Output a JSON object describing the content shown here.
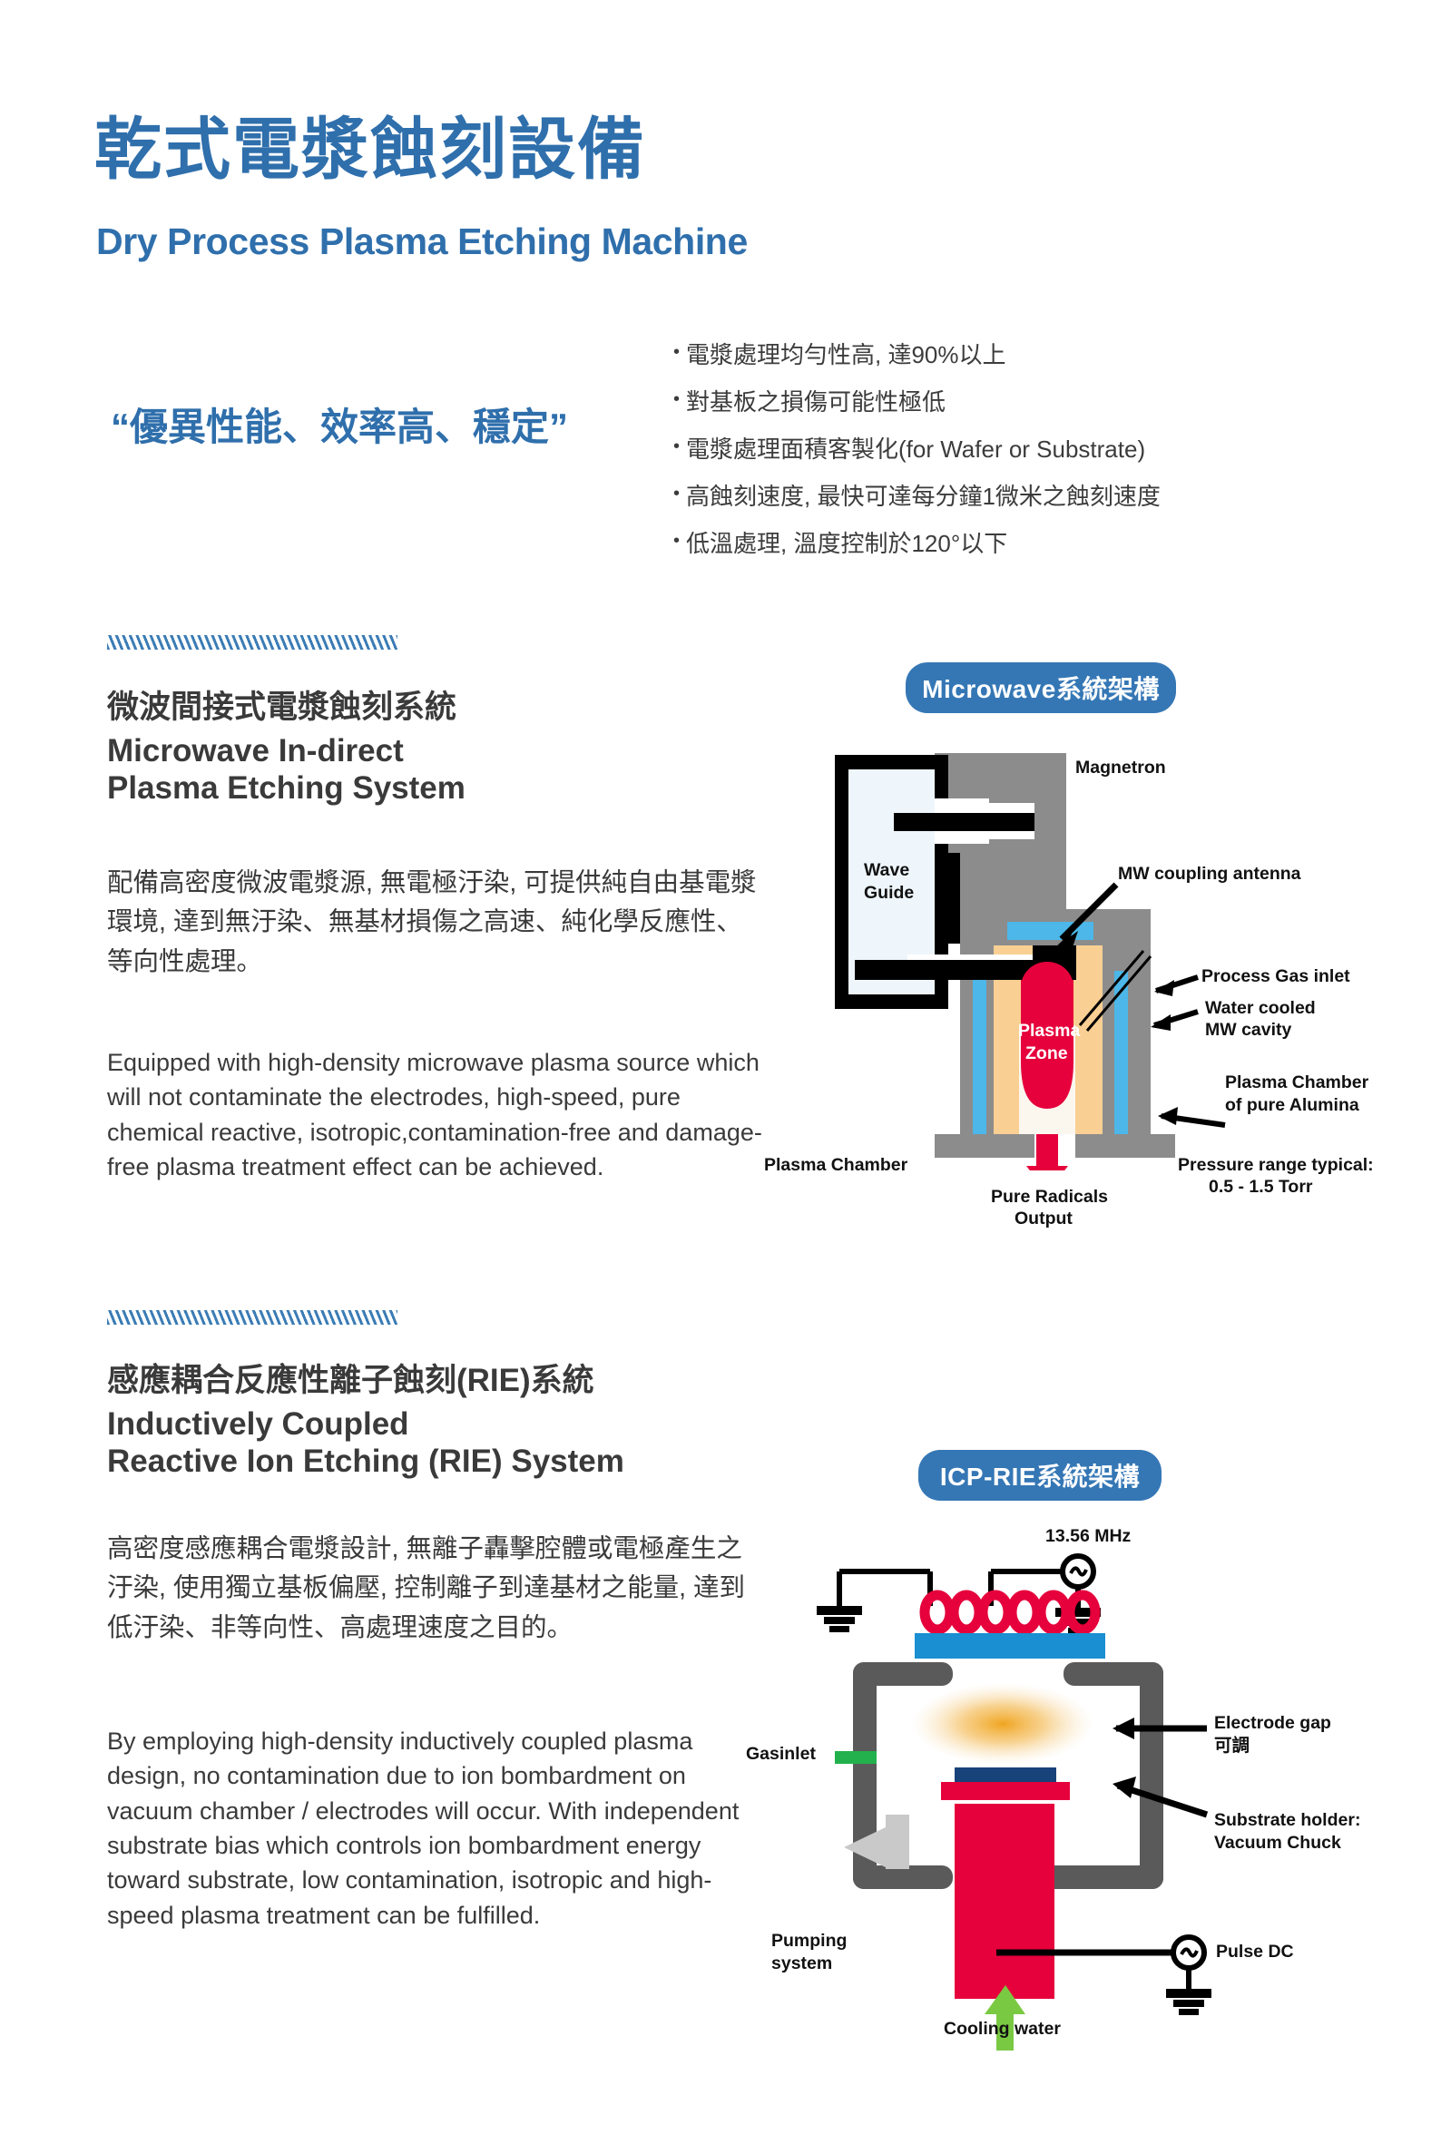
{
  "header": {
    "title_zh": "乾式電漿蝕刻設備",
    "title_en": "Dry Process Plasma Etching Machine",
    "slogan": "“優異性能、效率高、穩定”",
    "accent_color": "#2f6fac"
  },
  "features": {
    "bullet_glyph": "•",
    "items": [
      "電漿處理均勻性高, 達90%以上",
      "對基板之損傷可能性極低",
      "電漿處理面積客製化(for Wafer or Substrate)",
      "高蝕刻速度, 最快可達每分鐘1微米之蝕刻速度",
      "低溫處理, 溫度控制於120°以下"
    ]
  },
  "section1": {
    "heading_zh": "微波間接式電漿蝕刻系統",
    "heading_en_line1": "Microwave In-direct",
    "heading_en_line2": "Plasma Etching System",
    "body_zh": "配備高密度微波電漿源, 無電極汙染, 可提供純自由基電漿環境, 達到無汙染、無基材損傷之高速、純化學反應性、等向性處理。",
    "body_en": "Equipped with high-density microwave plasma source which will not contaminate the electrodes, high-speed, pure chemical reactive, isotropic,contamination-free and damage-free plasma treatment effect can be achieved."
  },
  "section2": {
    "heading_zh": "感應耦合反應性離子蝕刻(RIE)系統",
    "heading_en_line1": "Inductively Coupled",
    "heading_en_line2": "Reactive Ion Etching (RIE) System",
    "body_zh": "高密度感應耦合電漿設計, 無離子轟擊腔體或電極產生之汙染, 使用獨立基板偏壓, 控制離子到達基材之能量, 達到低汙染、非等向性、高處理速度之目的。",
    "body_en": "By employing high-density inductively coupled plasma design, no contamination due to ion bombardment on vacuum chamber / electrodes will occur. With independent substrate bias which controls ion bombardment energy toward substrate, low contamination, isotropic and high-speed plasma treatment can be fulfilled."
  },
  "microwave_diagram": {
    "pill_label": "Microwave系統架構",
    "labels": {
      "magnetron": "Magnetron",
      "wave_guide_l1": "Wave",
      "wave_guide_l2": "Guide",
      "plasma_zone_l1": "Plasma",
      "plasma_zone_l2": "Zone",
      "mw_antenna": "MW coupling antenna",
      "gas_inlet": "Process Gas inlet",
      "chamber_l1": "Plasma Chamber",
      "chamber_l2": "of pure Alumina",
      "water_cooled_l1": "Water cooled",
      "water_cooled_l2": "MW cavity",
      "plasma_chamber": "Plasma Chamber",
      "pure_radicals_l1": "Pure Radicals",
      "pure_radicals_l2": "Output",
      "pressure_l1": "Pressure range typical:",
      "pressure_l2": "0.5 - 1.5 Torr"
    },
    "colors": {
      "plasma": "#e6003c",
      "alumina": "#f9cf93",
      "cavity": "#4cb7e8",
      "metal": "#8c8c8c",
      "guide": "#eef6fb"
    }
  },
  "icp_diagram": {
    "pill_label": "ICP-RIE系統架構",
    "labels": {
      "frequency": "13.56 MHz",
      "electrode_gap_l1": "Electrode gap",
      "electrode_gap_l2": "可調",
      "substrate_holder_l1": "Substrate holder:",
      "substrate_holder_l2": "Vacuum Chuck",
      "gas_inlet": "Gasinlet",
      "pumping_l1": "Pumping",
      "pumping_l2": "system",
      "pulse_dc": "Pulse DC",
      "cooling_water": "Cooling water"
    },
    "colors": {
      "coil": "#e6003c",
      "window": "#1a8fd1",
      "chamber": "#5a5a5a",
      "chuck": "#e6003c",
      "substrate": "#17427a",
      "gas": "#22b14c",
      "cooling": "#7ac943",
      "glow": "#f0a520"
    }
  }
}
